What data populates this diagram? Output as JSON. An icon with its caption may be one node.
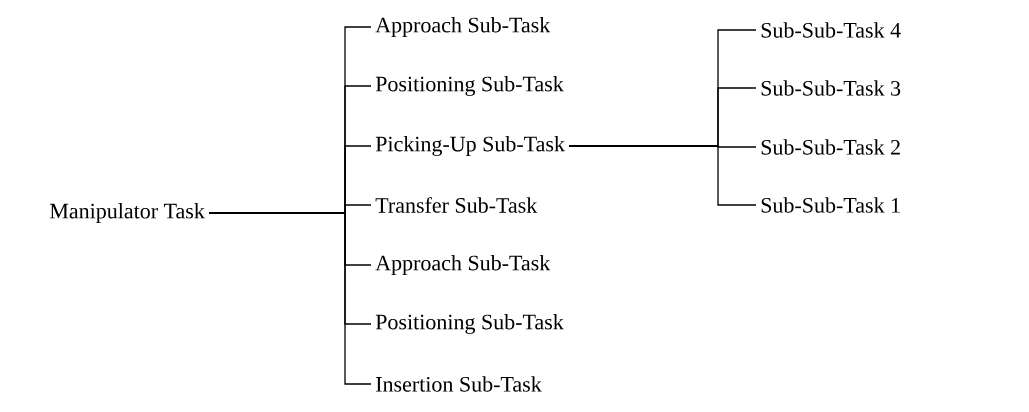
{
  "diagram": {
    "nodes": [
      {
        "text": [
          "Manipulator Task"
        ]
      },
      {
        "text": [
          "Approach Sub-Task"
        ]
      },
      {
        "text": [
          "Positioning Sub-Task"
        ]
      },
      {
        "text": [
          "Picking-Up Sub-Task"
        ]
      },
      {
        "text": [
          "Transfer Sub-Task"
        ]
      },
      {
        "text": [
          "Approach Sub-Task"
        ]
      },
      {
        "text": [
          "Positioning Sub-Task"
        ]
      },
      {
        "text": [
          "Insertion Sub-Task"
        ]
      },
      {
        "text": [
          "Sub-Sub-Task 4"
        ]
      },
      {
        "text": [
          "Sub-Sub-Task 3"
        ]
      },
      {
        "text": [
          "Sub-Sub-Task 2"
        ]
      },
      {
        "text": [
          "Sub-Sub-Task 1"
        ]
      }
    ],
    "edges": [
      {
        "from": 0,
        "to": 1,
        "arrow": "none"
      },
      {
        "from": 0,
        "to": 2,
        "arrow": "none"
      },
      {
        "from": 0,
        "to": 3,
        "arrow": "none"
      },
      {
        "from": 0,
        "to": 4,
        "arrow": "none"
      },
      {
        "from": 0,
        "to": 5,
        "arrow": "none"
      },
      {
        "from": 0,
        "to": 6,
        "arrow": "none"
      },
      {
        "from": 0,
        "to": 7,
        "arrow": "none"
      },
      {
        "from": 3,
        "to": 8,
        "arrow": "none"
      },
      {
        "from": 3,
        "to": 9,
        "arrow": "none"
      },
      {
        "from": 3,
        "to": 10,
        "arrow": "none"
      },
      {
        "from": 3,
        "to": 11,
        "arrow": "none"
      }
    ]
  }
}
